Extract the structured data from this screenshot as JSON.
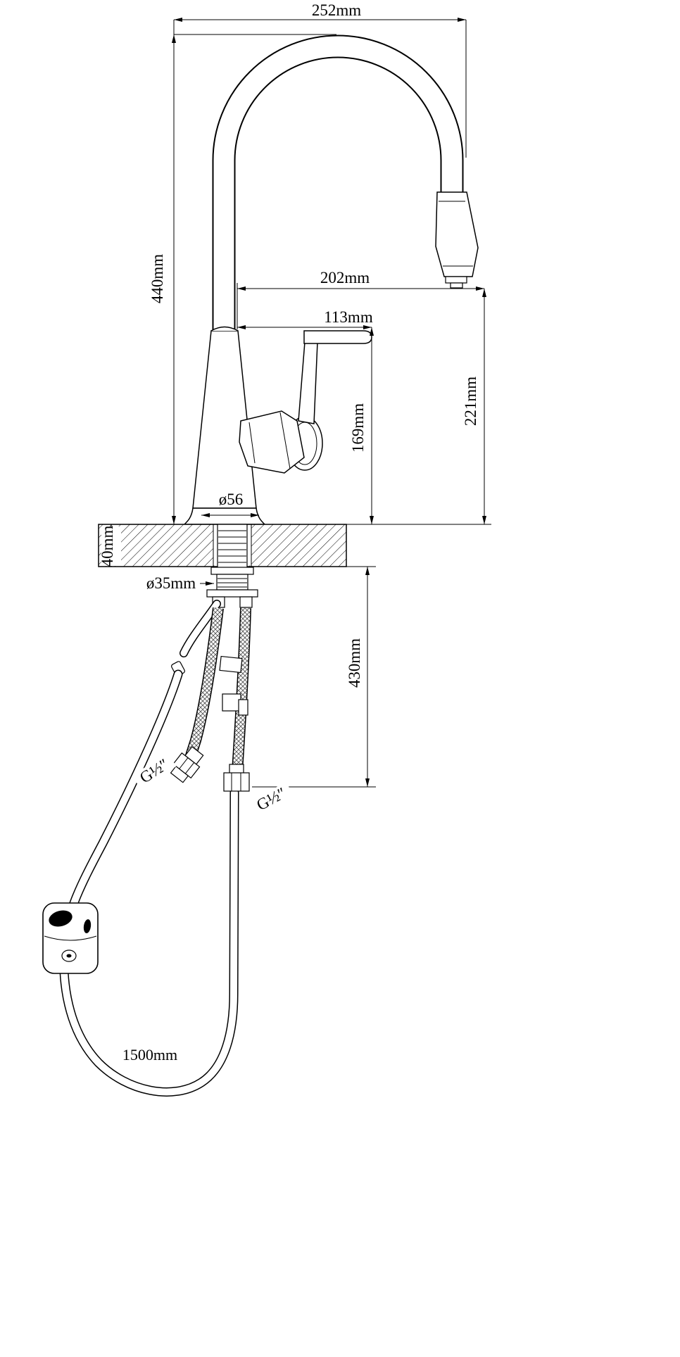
{
  "meta": {
    "background_color": "#ffffff",
    "line_color": "#000000",
    "drawing_type": "kitchen pull-down faucet installation dimension drawing"
  },
  "labels": {
    "top_width": "252mm",
    "total_height": "440mm",
    "spout_reach": "202mm",
    "handle_length": "113mm",
    "spout_tip_height": "221mm",
    "handle_height": "169mm",
    "body_diameter": "ø56",
    "deck_thickness": "40mm",
    "hole_diameter": "ø35mm",
    "hose_drop": "430mm",
    "left_hose_thread": "G½″",
    "right_hose_thread": "G½″",
    "spray_hose_length": "1500mm"
  }
}
